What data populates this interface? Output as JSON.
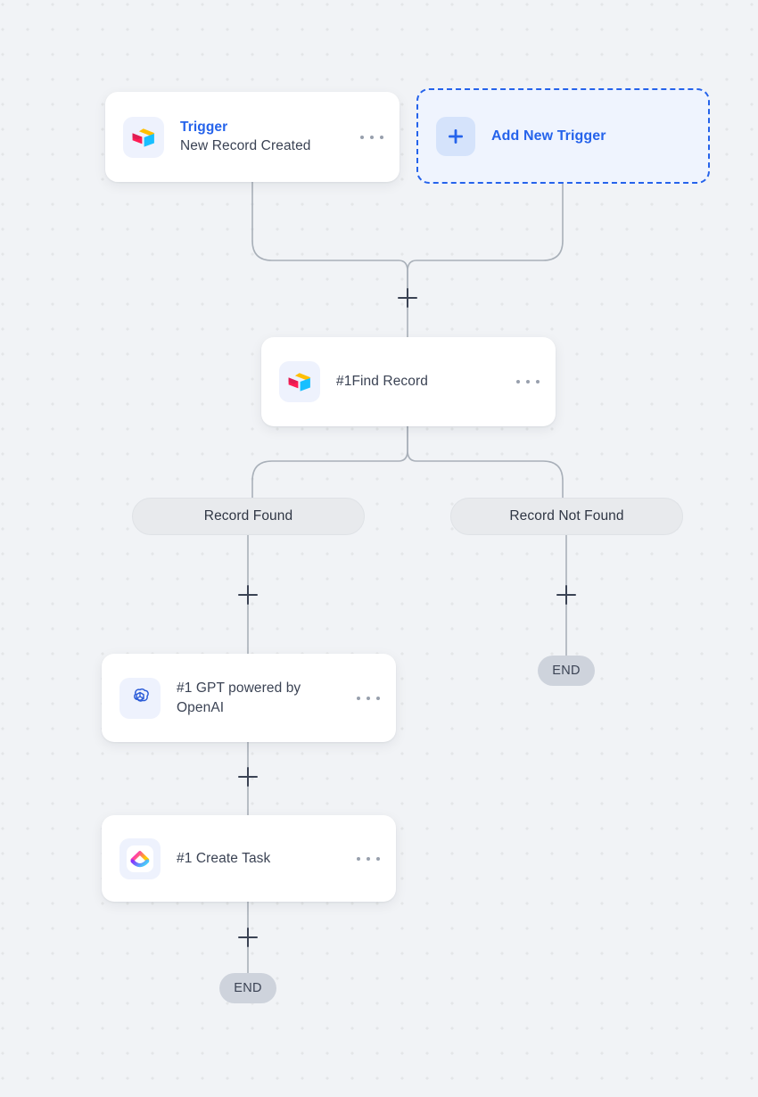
{
  "canvas": {
    "background_color": "#f1f3f6",
    "dot_color": "#e4e6e8",
    "wire_color": "#a9b0b9",
    "accent_blue": "#2563eb"
  },
  "nodes": {
    "trigger": {
      "title": "Trigger",
      "subtitle": "New Record Created",
      "icon": "airtable-icon",
      "menu": "more-options-icon"
    },
    "add_trigger": {
      "label": "Add New Trigger",
      "icon": "plus-icon"
    },
    "find_record": {
      "label": "#1Find Record",
      "icon": "airtable-icon",
      "menu": "more-options-icon"
    },
    "gpt": {
      "label": "#1 GPT powered by OpenAI",
      "icon": "openai-icon",
      "menu": "more-options-icon"
    },
    "create_task": {
      "label": "#1 Create Task",
      "icon": "clickup-icon",
      "menu": "more-options-icon"
    }
  },
  "branches": {
    "left": {
      "label": "Record Found"
    },
    "right": {
      "label": "Record Not Found"
    }
  },
  "terminals": {
    "right_end": {
      "label": "END"
    },
    "left_end": {
      "label": "END"
    }
  },
  "add_step_buttons": [
    {
      "name": "add-step-after-trigger"
    },
    {
      "name": "add-step-record-found"
    },
    {
      "name": "add-step-record-not-found"
    },
    {
      "name": "add-step-after-gpt"
    },
    {
      "name": "add-step-after-create-task"
    }
  ]
}
